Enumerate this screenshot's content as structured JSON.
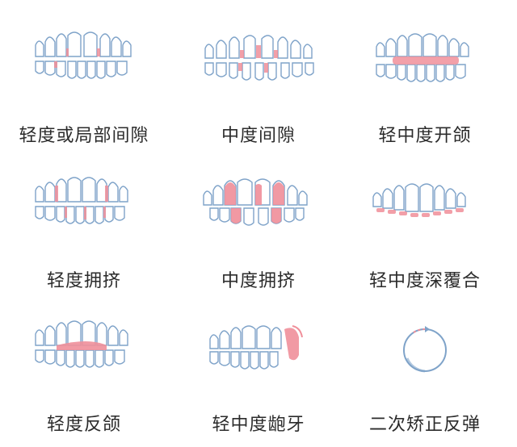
{
  "items": [
    {
      "label": "轻度或局部间隙",
      "icon": "mild-or-local-spacing-teeth-icon"
    },
    {
      "label": "中度间隙",
      "icon": "moderate-spacing-teeth-icon"
    },
    {
      "label": "轻中度开颌",
      "icon": "mild-moderate-open-bite-teeth-icon"
    },
    {
      "label": "轻度拥挤",
      "icon": "mild-crowding-teeth-icon"
    },
    {
      "label": "中度拥挤",
      "icon": "moderate-crowding-teeth-icon"
    },
    {
      "label": "轻中度深覆合",
      "icon": "mild-moderate-deep-bite-teeth-icon"
    },
    {
      "label": "轻度反颌",
      "icon": "mild-crossbite-teeth-icon"
    },
    {
      "label": "轻中度龅牙",
      "icon": "mild-moderate-buck-teeth-icon"
    },
    {
      "label": "二次矫正反弹",
      "icon": "retreatment-relapse-icon"
    }
  ],
  "colors": {
    "outline": "#7fa3c9",
    "highlight": "#f08f9a",
    "text": "#2b2b2b"
  }
}
